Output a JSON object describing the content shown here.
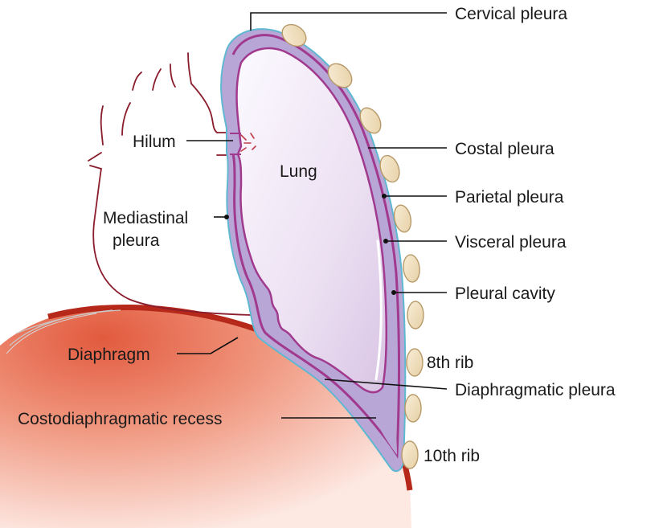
{
  "labels": {
    "cervical_pleura": "Cervical pleura",
    "costal_pleura": "Costal pleura",
    "parietal_pleura": "Parietal pleura",
    "visceral_pleura": "Visceral pleura",
    "pleural_cavity": "Pleural cavity",
    "eighth_rib": "8th rib",
    "diaphragmatic_pleura": "Diaphragmatic pleura",
    "tenth_rib": "10th rib",
    "hilum": "Hilum",
    "lung": "Lung",
    "mediastinal_pleura_line1": "Mediastinal",
    "mediastinal_pleura_line2": "pleura",
    "diaphragm": "Diaphragm",
    "costodiaphragmatic_recess": "Costodiaphragmatic recess"
  },
  "colors": {
    "pleura_fill": "#b7a6d6",
    "pleura_edge": "#7b5ba6",
    "parietal_line": "#a13a8e",
    "outer_blue": "#5fb8d2",
    "lung_light": "#f7f2fa",
    "lung_shadow": "#d9c7e6",
    "diaphragm_red": "#b5281a",
    "diaphragm_fill": "#ef9a85",
    "mediastinum_line": "#8a1c2c",
    "rib_fill": "#f3e4c8",
    "rib_edge": "#b79a6a"
  }
}
